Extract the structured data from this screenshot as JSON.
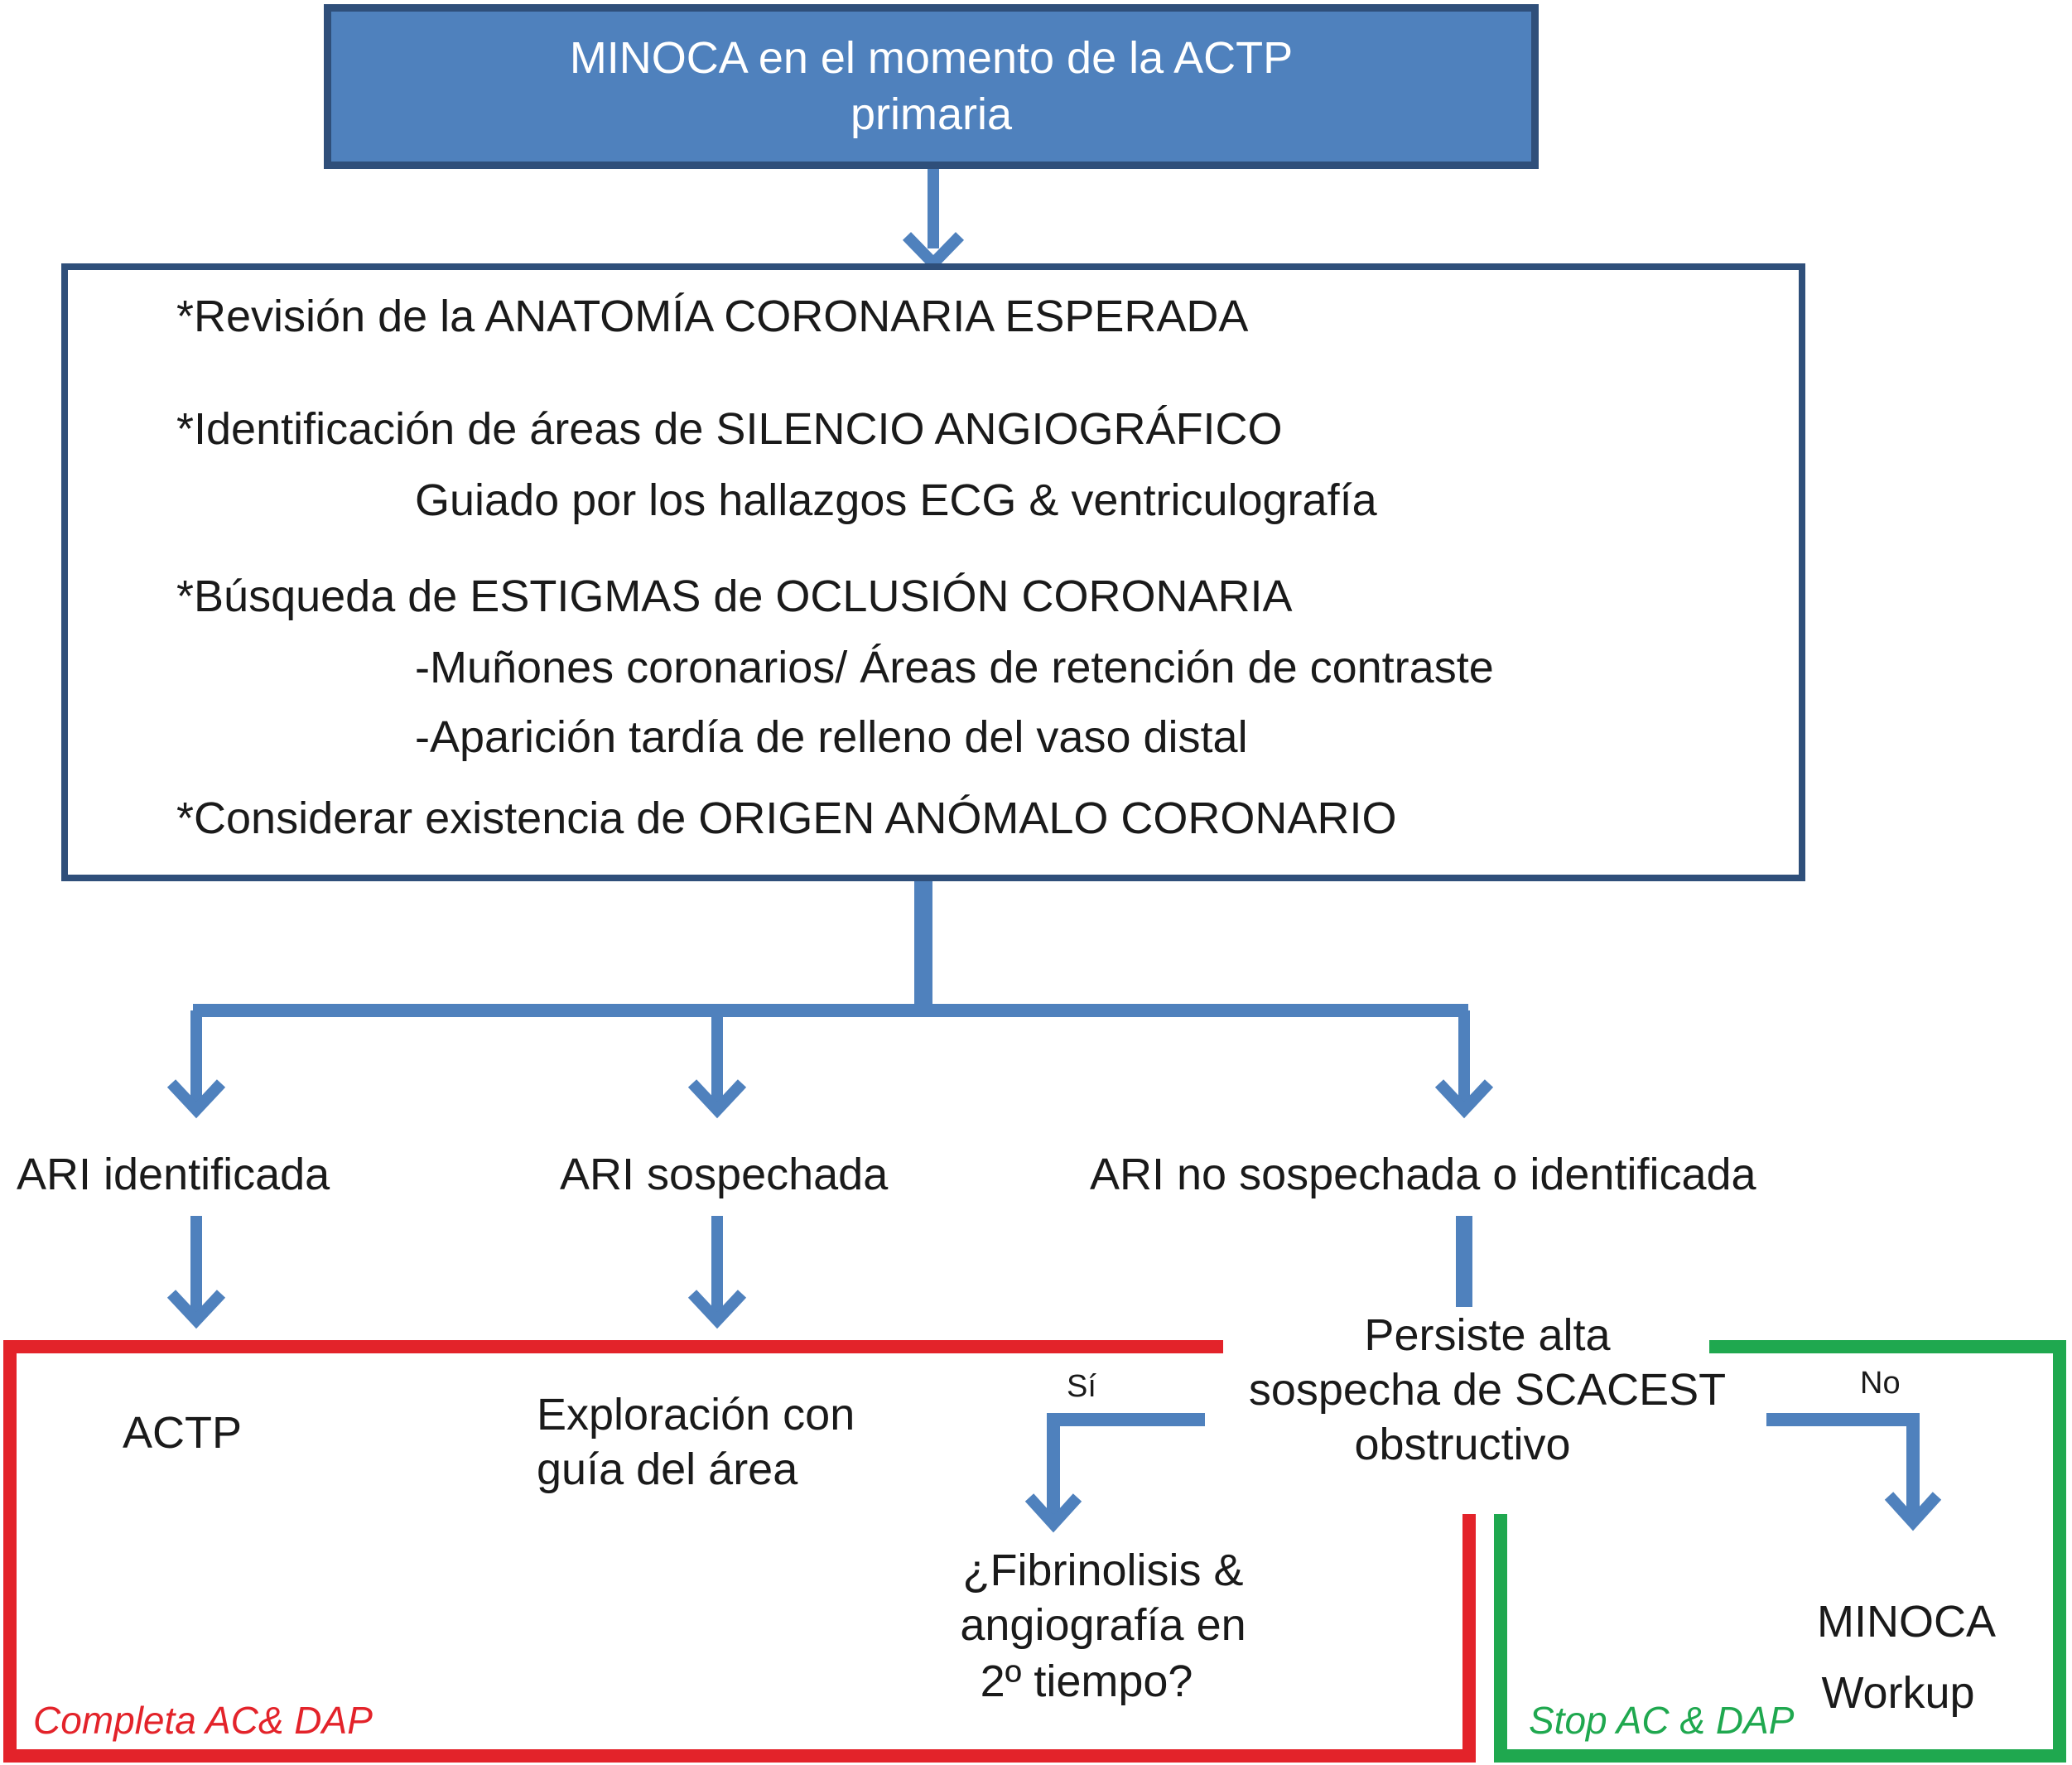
{
  "top_box": {
    "line1": "MINOCA en el momento de la ACTP",
    "line2": "primaria"
  },
  "checklist": {
    "item1": "*Revisión de la ANATOMÍA CORONARIA ESPERADA",
    "item2": "*Identificación de áreas de SILENCIO ANGIOGRÁFICO",
    "item2_sub": "Guiado por los hallazgos ECG & ventriculografía",
    "item3": "*Búsqueda de ESTIGMAS de OCLUSIÓN CORONARIA",
    "item3_sub1": "-Muñones coronarios/ Áreas de retención de contraste",
    "item3_sub2": "-Aparición tardía de relleno del vaso distal",
    "item4": "*Considerar existencia de ORIGEN ANÓMALO CORONARIO"
  },
  "branches": {
    "ari_identified": "ARI identificada",
    "ari_suspected": "ARI sospechada",
    "ari_none": "ARI no sospechada o identificada"
  },
  "outcomes": {
    "actp": "ACTP",
    "exploration_line1": "Exploración con",
    "exploration_line2": "guía del área",
    "decision_line1": "Persiste alta",
    "decision_line2": "sospecha de SCACEST",
    "decision_line3": "obstructivo",
    "yes": "Sí",
    "no": "No",
    "fibrinolysis_line1": "¿Fibrinolisis &",
    "fibrinolysis_line2": "angiografía en",
    "fibrinolysis_line3": "2º tiempo?",
    "minoca_line1": "MINOCA",
    "minoca_line2": "Workup"
  },
  "region_labels": {
    "red": "Completa AC& DAP",
    "green": "Stop AC & DAP"
  },
  "colors": {
    "flow_blue": "#4f81bd",
    "box_border": "#2f4f7a",
    "red": "#e3232a",
    "green": "#1fa84f"
  }
}
